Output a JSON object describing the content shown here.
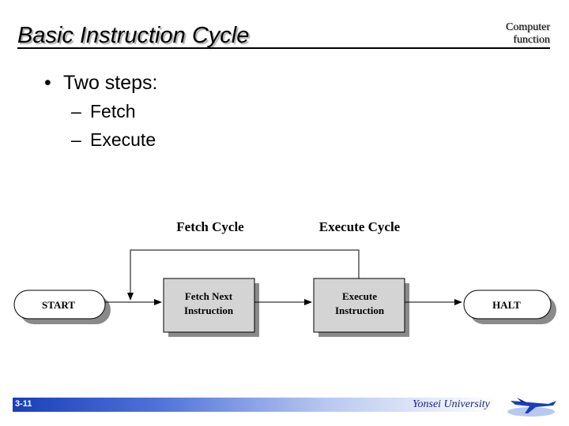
{
  "slide": {
    "title": "Basic Instruction Cycle",
    "section_line1": "Computer",
    "section_line2": "function",
    "bullet_marker": "•",
    "bullet": "Two steps:",
    "sub_marker": "–",
    "sub_items": [
      "Fetch",
      "Execute"
    ]
  },
  "diagram": {
    "phase_fetch": "Fetch Cycle",
    "phase_execute": "Execute Cycle",
    "start": "START",
    "fetch_line1": "Fetch Next",
    "fetch_line2": "Instruction",
    "exec_line1": "Execute",
    "exec_line2": "Instruction",
    "halt": "HALT"
  },
  "footer": {
    "page": "3-11",
    "org": "Yonsei University"
  },
  "colors": {
    "box_fill": "#d4d4d4",
    "box_shadow": "#8a8a8a",
    "footer_blue": "#1a3fb8",
    "org_text": "#1a237e"
  },
  "icons": {
    "logo": "airplane-logo-icon"
  }
}
